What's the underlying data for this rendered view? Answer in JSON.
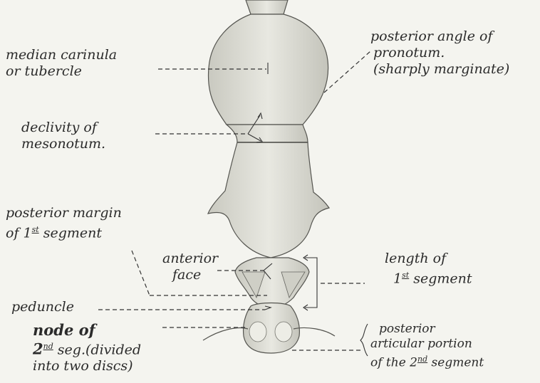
{
  "labels": {
    "median_carinula": [
      "median carinula",
      "or tubercle"
    ],
    "posterior_angle": [
      "posterior angle of",
      "pronotum.",
      "(sharply marginate)"
    ],
    "declivity": [
      "declivity of",
      "mesonotum."
    ],
    "posterior_margin": [
      "posterior margin",
      "of 1",
      "st",
      " segment"
    ],
    "anterior_face": [
      "anterior",
      "face"
    ],
    "length": [
      "length of",
      "1",
      "st",
      " segment"
    ],
    "peduncle": "peduncle",
    "node": [
      "node of",
      "2",
      "nd",
      " seg.(divided",
      "into two discs)"
    ],
    "posterior_articular": [
      "posterior",
      "articular portion",
      "of the 2",
      "nd",
      " segment"
    ]
  },
  "colors": {
    "ink": "#2b2b2b",
    "paper": "#f4f4ef",
    "body_fill": "#dcdcd4",
    "body_stroke": "#555550"
  }
}
